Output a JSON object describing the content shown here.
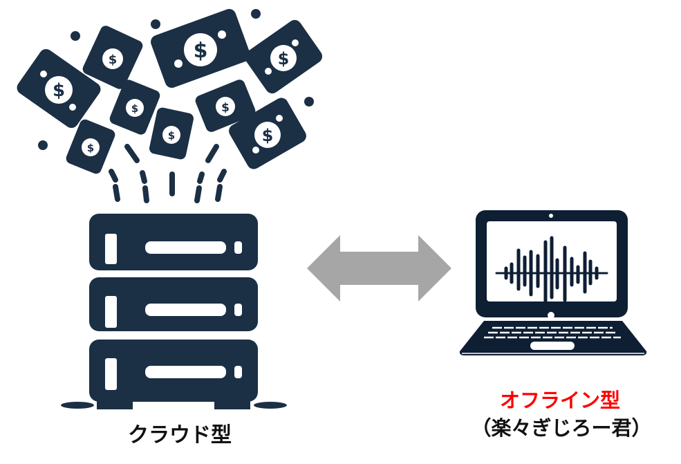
{
  "colors": {
    "icon_navy": "#1b2f45",
    "arrow_gray": "#a6a6a6",
    "offline_red": "#ff0000",
    "text_black": "#111111",
    "background": "#ffffff"
  },
  "cloud": {
    "label": "クラウド型",
    "icon": "server-stack-with-flying-money-icon",
    "bill_symbol": "$"
  },
  "connector": {
    "icon": "bidirectional-arrow-icon"
  },
  "offline": {
    "title": "オフライン型",
    "subtitle": "（楽々ぎじろー君）",
    "icon": "laptop-with-audio-waveform-icon"
  }
}
